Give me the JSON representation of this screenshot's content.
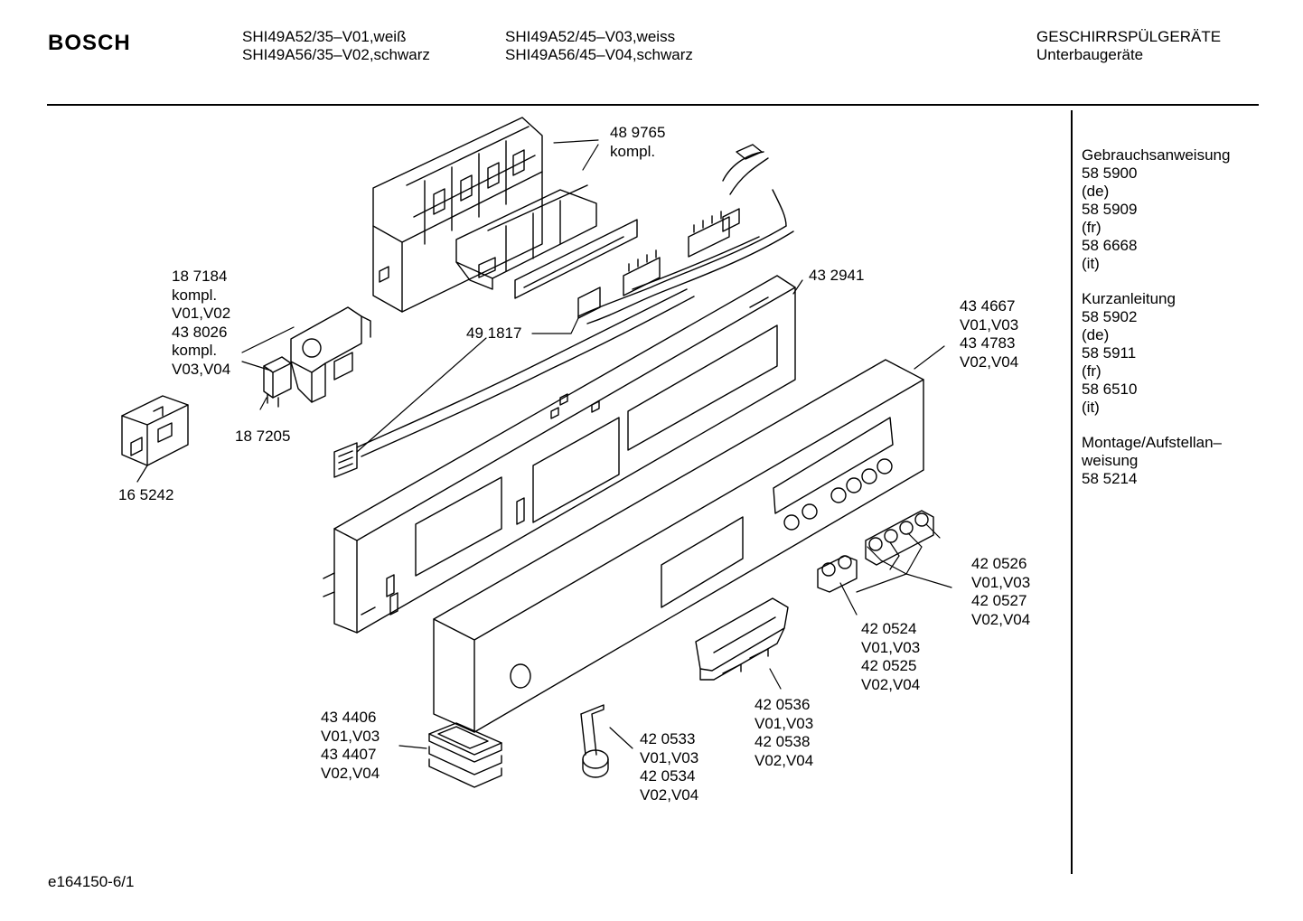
{
  "header": {
    "brand": "BOSCH",
    "models_col1": [
      "SHI49A52/35–V01,weiß",
      "SHI49A56/35–V02,schwarz"
    ],
    "models_col2": [
      "SHI49A52/45–V03,weiss",
      "SHI49A56/45–V04,schwarz"
    ],
    "category": [
      "GESCHIRRSPÜLGERÄTE",
      "Unterbaugeräte"
    ]
  },
  "parts": {
    "p489765": [
      "48 9765",
      "kompl."
    ],
    "p187184": [
      "18 7184",
      "kompl.",
      "V01,V02",
      "43 8026",
      "kompl.",
      "V03,V04"
    ],
    "p491817": [
      "49 1817"
    ],
    "p432941": [
      "43 2941"
    ],
    "p434667": [
      "43 4667",
      "V01,V03",
      "43 4783",
      "V02,V04"
    ],
    "p187205": [
      "18 7205"
    ],
    "p165242": [
      "16 5242"
    ],
    "p420526": [
      "42 0526",
      "V01,V03",
      "42 0527",
      "V02,V04"
    ],
    "p420524": [
      "42 0524",
      "V01,V03",
      "42 0525",
      "V02,V04"
    ],
    "p420536": [
      "42 0536",
      "V01,V03",
      "42 0538",
      "V02,V04"
    ],
    "p434406": [
      "43 4406",
      "V01,V03",
      "43 4407",
      "V02,V04"
    ],
    "p420533": [
      "42 0533",
      "V01,V03",
      "42 0534",
      "V02,V04"
    ]
  },
  "sidebar": {
    "manual": [
      "Gebrauchsanweisung",
      "58 5900",
      "(de)",
      "58 5909",
      "(fr)",
      "58 6668",
      "(it)"
    ],
    "short_guide": [
      "Kurzanleitung",
      "58 5902",
      "(de)",
      "58 5911",
      "(fr)",
      "58 6510",
      "(it)"
    ],
    "installation": [
      "Montage/Aufstellan–",
      "weisung",
      "58 5214"
    ]
  },
  "footer": {
    "code": "e164150-6/1"
  }
}
